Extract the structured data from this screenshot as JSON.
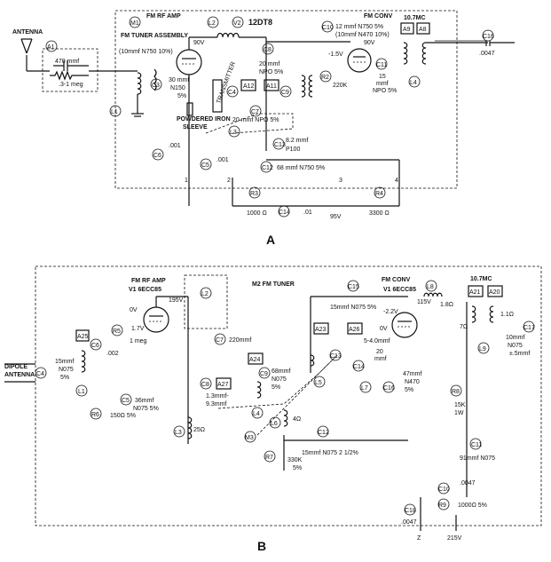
{
  "diagram_a": {
    "caption": "A",
    "blocks": {
      "rf_amp": "FM RF AMP",
      "tube": "12DT8",
      "conv": "FM CONV",
      "if_freq": "10.7MC",
      "tuner_assembly": "FM TUNER ASSEMBLY",
      "powdered_iron": "POWDERED IRON",
      "sleeve": "SLEEVE",
      "antenna": "ANTENNA",
      "transmitter_ref": "TRANSMITTER"
    },
    "refs": [
      "A1",
      "M1",
      "L2",
      "V2",
      "C10",
      "C16",
      "A9",
      "A8",
      "L1",
      "C3",
      "C4",
      "A12",
      "A11",
      "C9",
      "C7",
      "C8",
      "L3",
      "C11",
      "L4",
      "R2",
      "C13",
      "C12",
      "C5",
      "C6",
      "R3",
      "C14",
      "R4"
    ],
    "values": {
      "a1_cap": "470 mmf",
      "a1_res": ".3-1 meg",
      "tuner_note": "(10mmf N750 10%)",
      "c3": "30 mmf",
      "c3_tc": "N150",
      "c3_tol": "5%",
      "plate_v": "90V",
      "c8": "20 mmf",
      "c8_tc": "NPO 5%",
      "c7": "20 mmf NPO 5%",
      "grid_v": "-1.5V",
      "c10": "12 mmf N750 5%",
      "c10b": "(10mmf N470 10%)",
      "conv_v": "90V",
      "c11": "15",
      "c11_u": "mmf",
      "c11_tc": "NPO 5%",
      "r2": "220K",
      "c13": "8.2 mmf",
      "c13_tc": "P100",
      "c12": "68 mmf N750 5%",
      "c6": ".001",
      "c5": ".001",
      "c16": ".0047",
      "r3": "1000 Ω",
      "c14": ".01",
      "b_plus": "95V",
      "r4": "3300 Ω",
      "node1": "1",
      "node2": "2",
      "node3": "3",
      "node4": "4"
    }
  },
  "diagram_b": {
    "caption": "B",
    "blocks": {
      "rf_amp": "FM RF AMP",
      "rf_tube": "V1 6ECC85",
      "tuner": "M2 FM TUNER",
      "conv": "FM CONV",
      "conv_tube": "V1 6ECC85",
      "if_freq": "10.7MC",
      "antenna": "DIPOLE",
      "antenna2": "ANTENNA"
    },
    "refs": [
      "C4",
      "A25",
      "L1",
      "C6",
      "R5",
      "C5",
      "R6",
      "L2",
      "L3",
      "C7",
      "A27",
      "C8",
      "A24",
      "C9",
      "L4",
      "L6",
      "M3",
      "R7",
      "C15",
      "A23",
      "A26",
      "C13",
      "C14",
      "L5",
      "C12",
      "L7",
      "C16",
      "L8",
      "A21",
      "A20",
      "C17",
      "L9",
      "R8",
      "C11",
      "C10",
      "R9",
      "C18"
    ],
    "values": {
      "c4_a": "15mmf",
      "c4_b": "N075",
      "c4_c": "5%",
      "rf_plate": "195V",
      "rf_grid": "0V",
      "cath_v": "1.7V",
      "r5": "1 meg",
      "c6": ".002",
      "c5": "36mmf",
      "c5_tc": "N075 5%",
      "r6": "150Ω 5%",
      "l3": "25Ω",
      "c7": "220mmf",
      "c8_range": "1.3mmf-",
      "c8_range2": "9.3mmf",
      "c9": "68mmf",
      "c9_tc": "N075",
      "c9_tol": "5%",
      "l6": "4Ω",
      "r7": "330K",
      "r7_tol": "5%",
      "c15": "15mmf N075 5%",
      "c13": "5-4.0mmf",
      "c14": "20",
      "c14_u": "mmf",
      "c12": "15mmf N075 2 1/2%",
      "conv_plate": "115V",
      "conv_grid": "-2.2V",
      "conv_grid0": "0V",
      "c16": "47mmf",
      "c16_tc": "N470",
      "c16_tol": "5%",
      "l8": "1.8Ω",
      "if_r1": "7Ω",
      "if_r2": "1.1Ω",
      "c17": "10mmf",
      "c17_tc": "N075",
      "c17_tol": "±.5mmf",
      "r8": "15K",
      "r8_w": "1W",
      "c11": "91mmf N075",
      "c10": ".0047",
      "r9": "1000Ω 5%",
      "c18": ".0047",
      "z_label": "Z",
      "b_plus": "215V"
    }
  }
}
